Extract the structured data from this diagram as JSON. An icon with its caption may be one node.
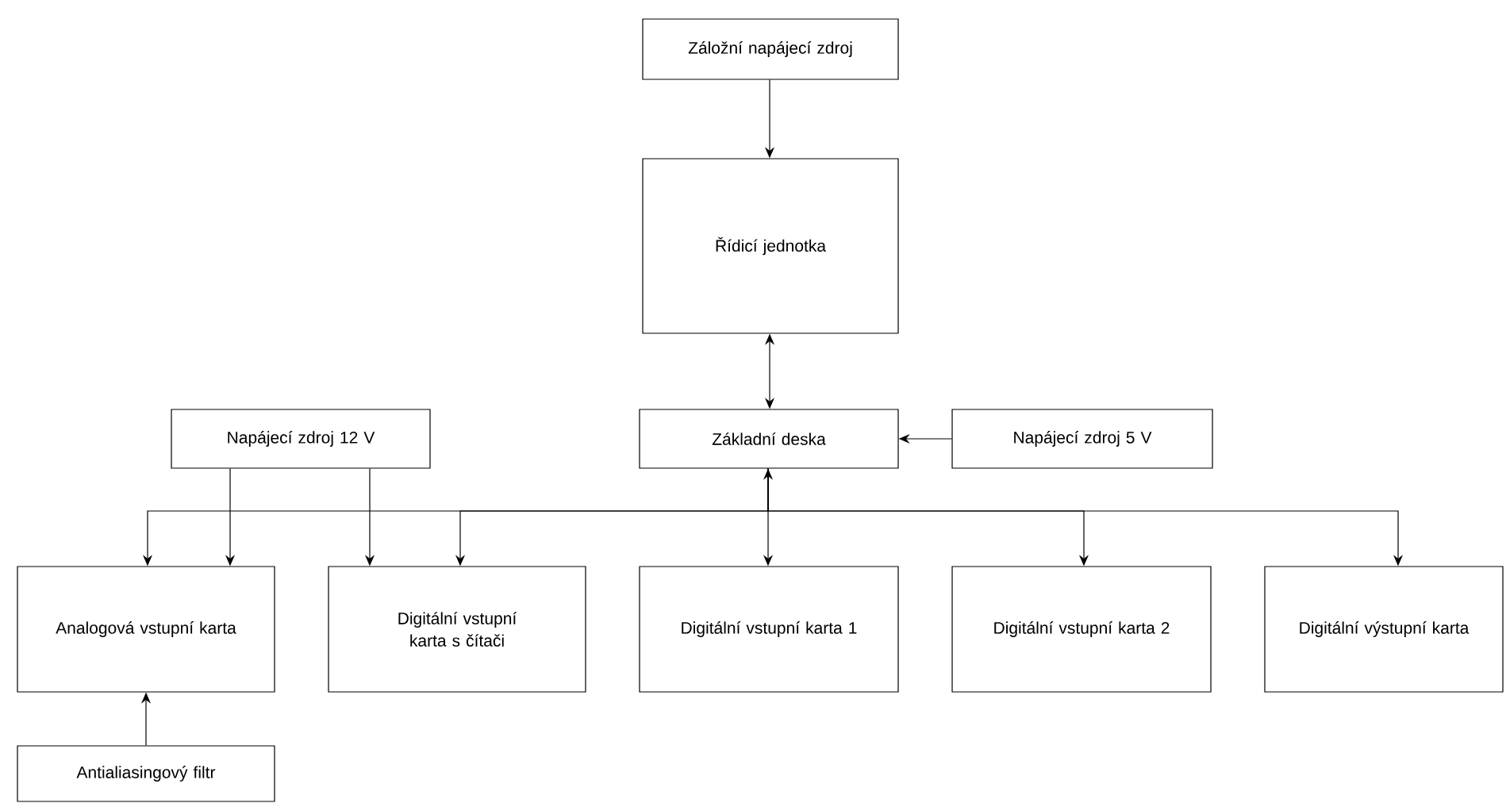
{
  "diagram": {
    "nodes": [
      {
        "text": [
          "Záložní napájecí zdroj"
        ]
      },
      {
        "text": [
          "Řídicí jednotka"
        ]
      },
      {
        "text": [
          "Napájecí zdroj 12 V"
        ]
      },
      {
        "text": [
          "Základní deska"
        ]
      },
      {
        "text": [
          "Napájecí zdroj 5 V"
        ]
      },
      {
        "text": [
          "Analogová vstupní karta"
        ]
      },
      {
        "text": [
          "Digitální vstupní karta s čítači"
        ]
      },
      {
        "text": [
          "Digitální vstupní karta 1"
        ]
      },
      {
        "text": [
          "Digitální vstupní karta 2"
        ]
      },
      {
        "text": [
          "Digitální výstupní karta"
        ]
      },
      {
        "text": [
          "Antialiasingový filtr"
        ]
      }
    ],
    "edges": [
      {
        "from": 0,
        "to": 1,
        "arrow": "to"
      },
      {
        "from": 3,
        "to": 1,
        "arrow": "both"
      },
      {
        "from": 4,
        "to": 3,
        "arrow": "to"
      },
      {
        "from": 2,
        "to": 5,
        "arrow": "to"
      },
      {
        "from": 2,
        "to": 6,
        "arrow": "to"
      },
      {
        "from": 3,
        "to": 5,
        "arrow": "to"
      },
      {
        "from": 3,
        "to": 6,
        "arrow": "to"
      },
      {
        "from": 3,
        "to": 7,
        "arrow": "both"
      },
      {
        "from": 3,
        "to": 8,
        "arrow": "to"
      },
      {
        "from": 3,
        "to": 9,
        "arrow": "to"
      },
      {
        "from": 10,
        "to": 5,
        "arrow": "to"
      }
    ]
  }
}
